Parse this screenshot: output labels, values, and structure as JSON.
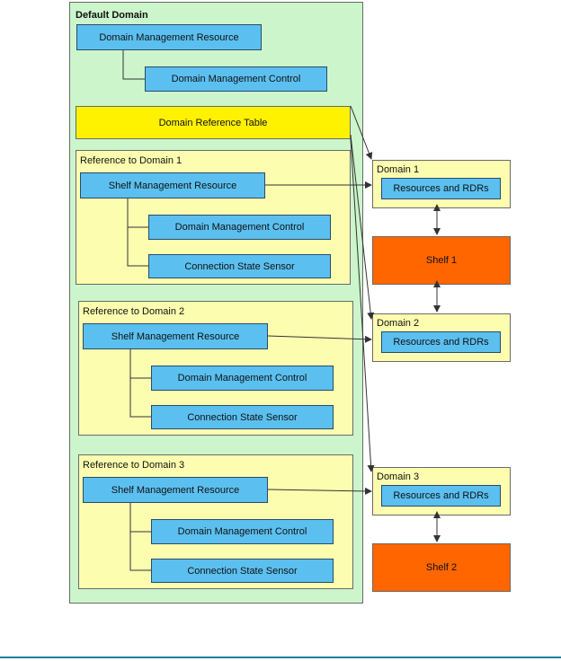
{
  "default_domain": {
    "title": "Default Domain",
    "dmr": "Domain Management Resource",
    "dmc": "Domain Management Control",
    "drt": "Domain Reference Table"
  },
  "references": [
    {
      "title": "Reference to Domain 1",
      "smr": "Shelf Management Resource",
      "dmc": "Domain Management Control",
      "css": "Connection State Sensor"
    },
    {
      "title": "Reference to Domain 2",
      "smr": "Shelf Management Resource",
      "dmc": "Domain Management Control",
      "css": "Connection State Sensor"
    },
    {
      "title": "Reference to Domain 3",
      "smr": "Shelf Management Resource",
      "dmc": "Domain Management Control",
      "css": "Connection State Sensor"
    }
  ],
  "domains": [
    {
      "title": "Domain 1",
      "res": "Resources and RDRs"
    },
    {
      "title": "Domain 2",
      "res": "Resources and RDRs"
    },
    {
      "title": "Domain 3",
      "res": "Resources and RDRs"
    }
  ],
  "shelves": [
    "Shelf 1",
    "Shelf 2"
  ],
  "colors": {
    "container": "#ccf5cc",
    "reference": "#fdfdb0",
    "table": "#fff200",
    "resource": "#5bc0f0",
    "shelf": "#ff6600",
    "footer": "#1a7fa0"
  }
}
